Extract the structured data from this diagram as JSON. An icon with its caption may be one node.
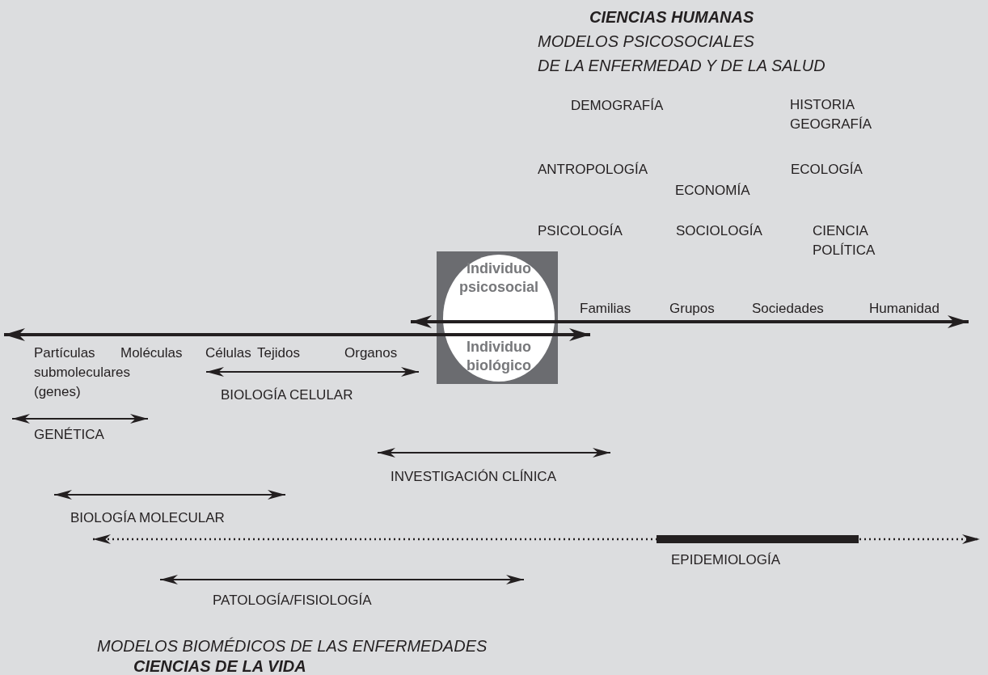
{
  "diagram": {
    "nodes": [
      {
        "text": [
          "Individuo psicosocial",
          "Individuo biológico"
        ]
      }
    ],
    "edges": [],
    "labels": [
      "CIENCIAS HUMANAS",
      "MODELOS PSICOSOCIALES DE LA ENFERMEDAD Y DE LA SALUD",
      "DEMOGRAFÍA",
      "HISTORIA GEOGRAFÍA",
      "ANTROPOLOGÍA",
      "ECOLOGÍA",
      "ECONOMÍA",
      "PSICOLOGÍA",
      "SOCIOLOGÍA",
      "CIENCIA POLÍTICA",
      "Familias",
      "Grupos",
      "Sociedades",
      "Humanidad",
      "Partículas submoleculares (genes)",
      "Moléculas",
      "Células",
      "Tejidos",
      "Organos",
      "BIOLOGÍA CELULAR",
      "GENÉTICA",
      "INVESTIGACIÓN CLÍNICA",
      "BIOLOGÍA MOLECULAR",
      "EPIDEMIOLOGÍA",
      "PATOLOGÍA/FISIOLOGÍA",
      "MODELOS BIOMÉDICOS DE LAS ENFERMEDADES",
      "CIENCIAS DE LA VIDA"
    ]
  }
}
